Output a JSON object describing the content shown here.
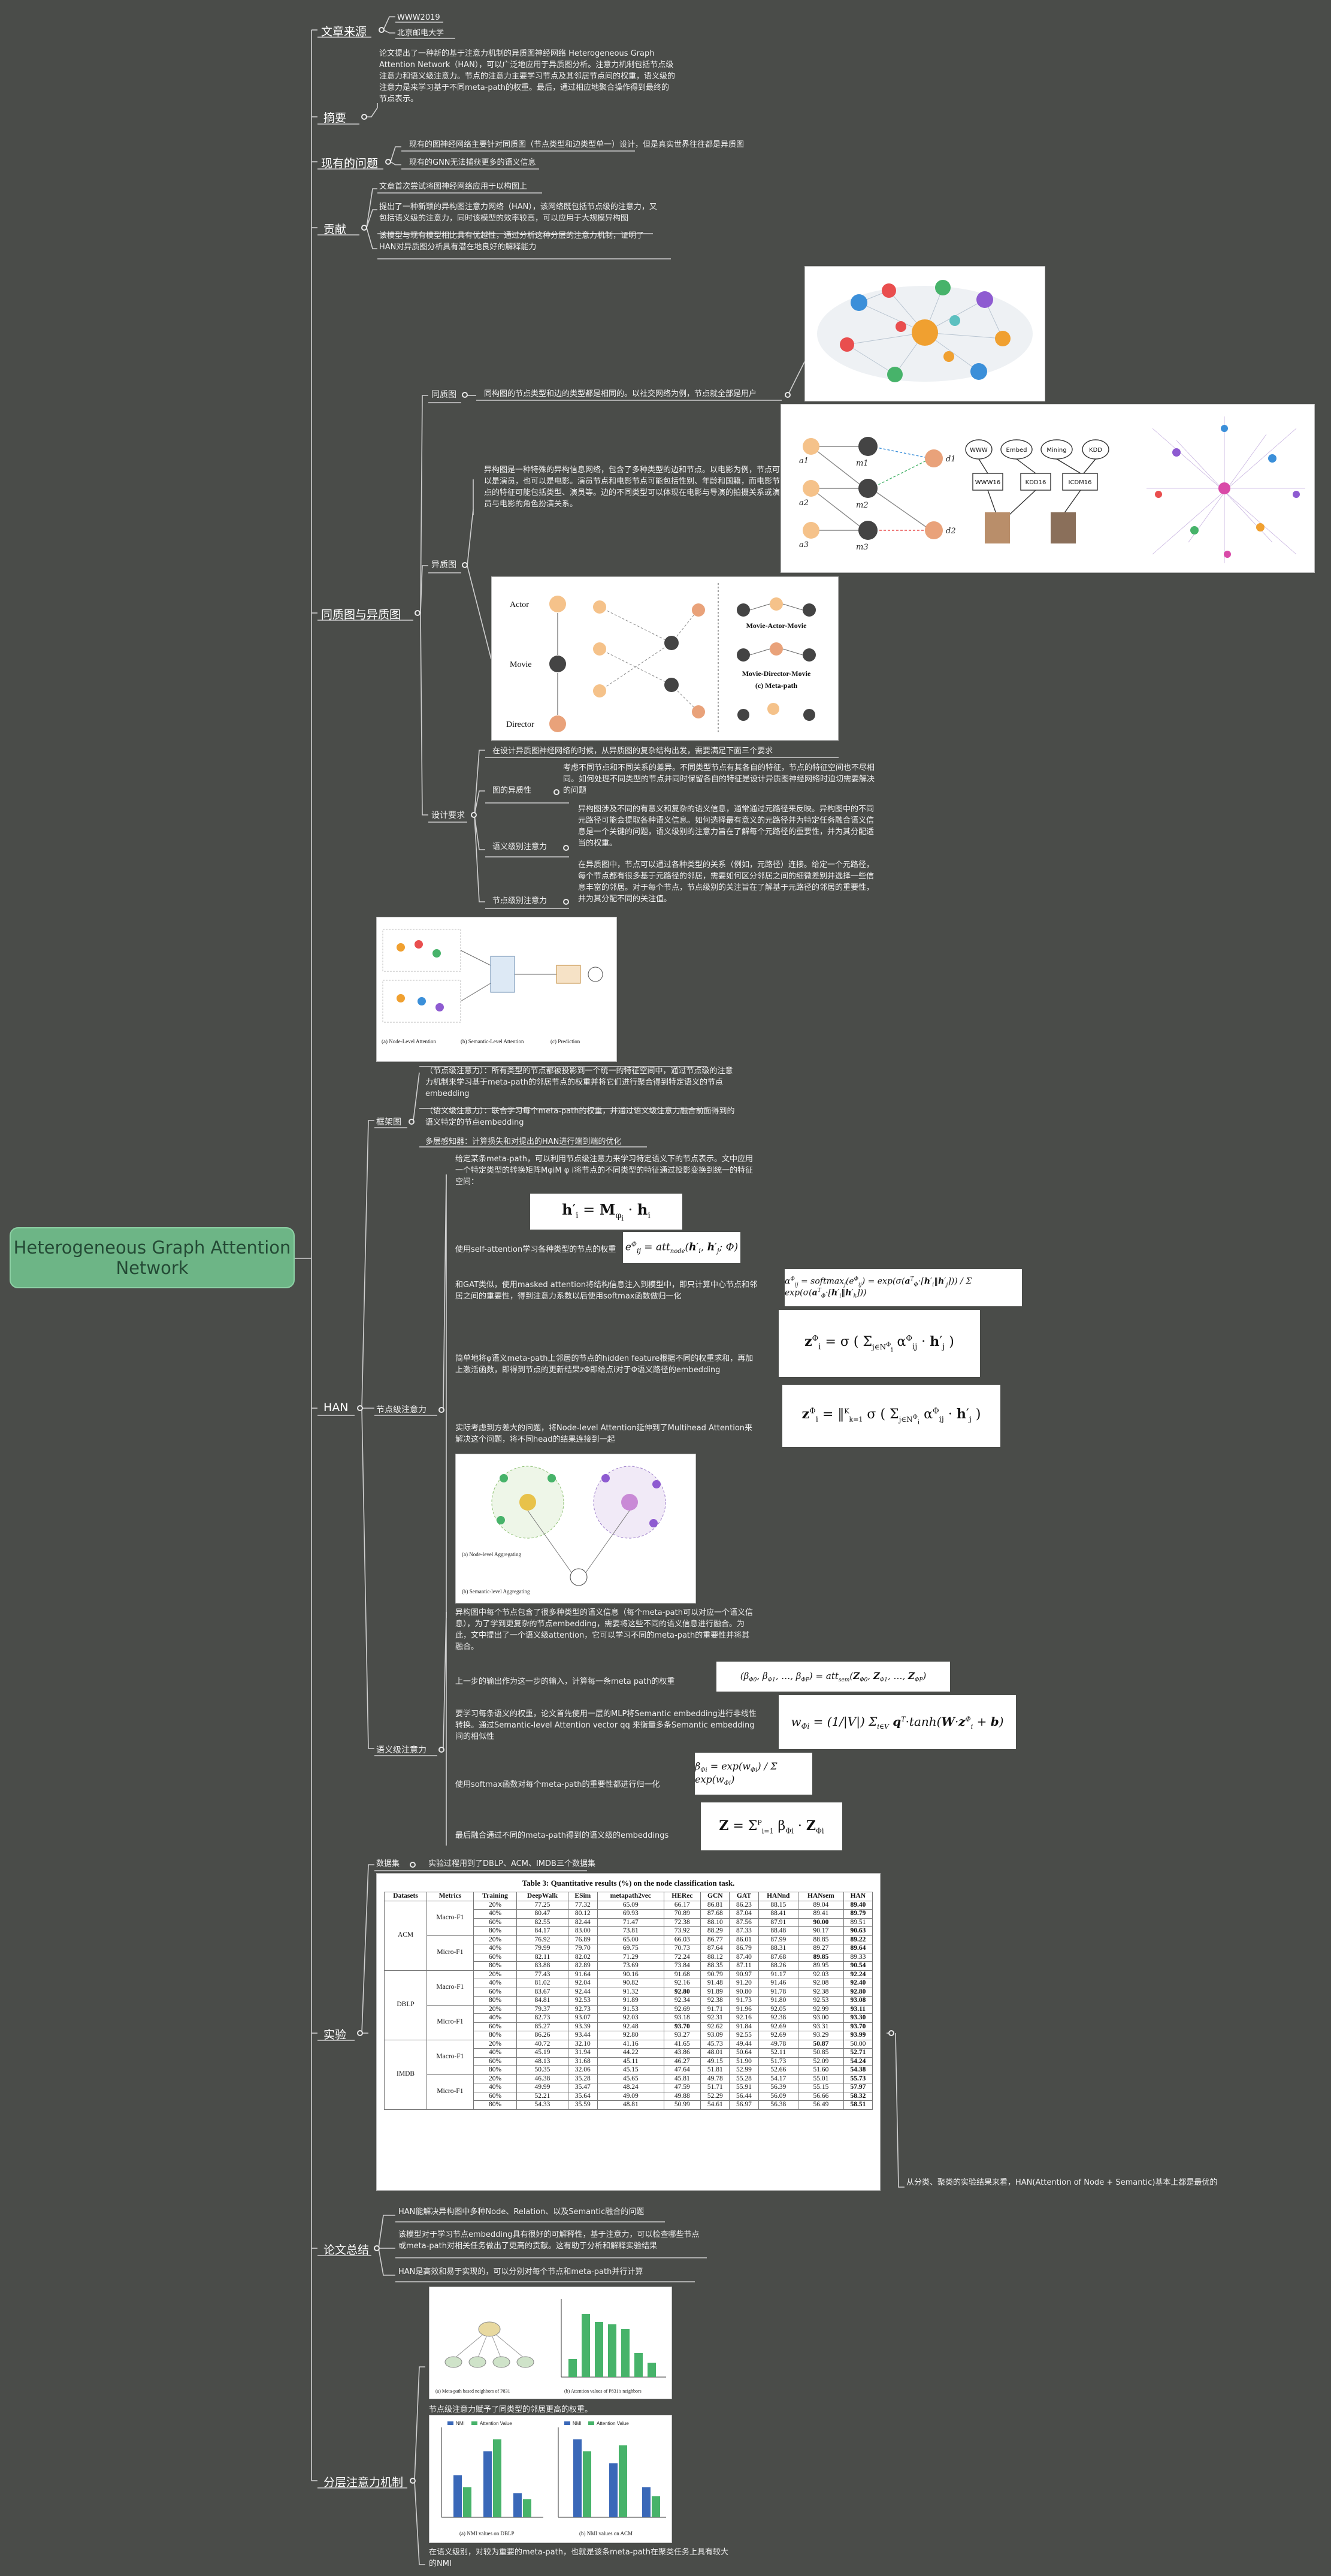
{
  "root": {
    "title": "Heterogeneous Graph Attention Network"
  },
  "source": {
    "label": "文章来源",
    "conference": "WWW2019",
    "institution": "北京邮电大学"
  },
  "abstract": {
    "label": "摘要",
    "text": "论文提出了一种新的基于注意力机制的异质图神经网络 Heterogeneous Graph Attention Network（HAN），可以广泛地应用于异质图分析。注意力机制包括节点级注意力和语义级注意力。节点的注意力主要学习节点及其邻居节点间的权重，语义级的注意力是来学习基于不同meta-path的权重。最后，通过相应地聚合操作得到最终的节点表示。"
  },
  "problems": {
    "label": "现有的问题",
    "items": [
      "现有的图神经网络主要针对同质图（节点类型和边类型单一）设计，但是真实世界往往都是异质图",
      "现有的GNN无法捕获更多的语义信息"
    ]
  },
  "contrib": {
    "label": "贡献",
    "items": [
      "文章首次尝试将图神经网络应用于以构图上",
      "提出了一种新颖的异构图注意力网络（HAN），该网络既包括节点级的注意力，又包括语义级的注意力，同时该模型的效率较高，可以应用于大规模异构图",
      "该模型与现有模型相比具有优越性，通过分析这种分层的注意力机制，证明了HAN对异质图分析具有潜在地良好的解释能力"
    ]
  },
  "graph": {
    "label": "同质图与异质图",
    "homo_label": "同质图",
    "homo_text": "同构图的节点类型和边的类型都是相同的。以社交网络为例，节点就全部是用户",
    "hetero_label": "异质图",
    "hetero_text": "异构图是一种特殊的异构信息网络，包含了多种类型的边和节点。以电影为例，节点可以是演员，也可以是电影。演员节点和电影节点可能包括性别、年龄和国籍，而电影节点的特征可能包括类型、演员等。边的不同类型可以体现在电影与导演的拍摄关系或演员与电影的角色扮演关系。",
    "design_label": "设计要求",
    "design_intro": "在设计异质图神经网络的时候，从异质图的复杂结构出发，需要满足下面三个要求",
    "req": [
      {
        "label": "图的异质性",
        "text": "考虑不同节点和不同关系的差异。不同类型节点有其各自的特征，节点的特征空间也不尽相同。如何处理不同类型的节点并同时保留各自的特征是设计异质图神经网络时迫切需要解决的问题"
      },
      {
        "label": "语义级别注意力",
        "text": "异构图涉及不同的有意义和复杂的语义信息，通常通过元路径来反映。异构图中的不同元路径可能会提取各种语义信息。如何选择最有意义的元路径并为特定任务融合语义信息是一个关键的问题，语义级别的注意力旨在了解每个元路径的重要性，并为其分配适当的权重。"
      },
      {
        "label": "节点级别注意力",
        "text": "在异质图中，节点可以通过各种类型的关系（例如，元路径）连接。给定一个元路径，每个节点都有很多基于元路径的邻居，需要如何区分邻居之间的细微差别并选择一些信息丰富的邻居。对于每个节点，节点级别的关注旨在了解基于元路径的邻居的重要性，并为其分配不同的关注值。"
      }
    ]
  },
  "han": {
    "label": "HAN",
    "framework_label": "框架图",
    "framework_items": [
      "（节点级注意力）：所有类型的节点都被投影到一个统一的特征空间中，通过节点级的注意力机制来学习基于meta-path的邻居节点的权重并将它们进行聚合得到特定语义的节点embedding",
      "（语义级注意力）：联合学习每个meta-path的权重，并通过语义级注意力融合前面得到的语义特定的节点embedding",
      "多层感知器：计算损失和对提出的HAN进行端到端的优化"
    ],
    "node_label": "节点级注意力",
    "node_items": [
      "给定某条meta-path，可以利用节点级注意力来学习特定语义下的节点表示。文中应用一个特定类型的转换矩阵MφiM φ i将节点的不同类型的特征通过投影变换到统一的特征空间：",
      "使用self-attention学习各种类型的节点的权重",
      "和GAT类似，使用masked attention将结构信息注入到模型中，即只计算中心节点和邻居之间的重要性，得到注意力系数以后使用softmax函数做归一化",
      "简单地将φ语义meta-path上邻居的节点的hidden feature根据不同的权重求和，再加上激活函数，即得到节点的更新结果zΦ即给点i对于Φ语义路径的embedding",
      "实际考虑到方差大的问题，将Node-level Attention延伸到了Multihead Attention来解决这个问题，将不同head的结果连接到一起"
    ],
    "semantic_label": "语义级注意力",
    "semantic_items": [
      "异构图中每个节点包含了很多种类型的语义信息（每个meta-path可以对应一个语义信息），为了学到更复杂的节点embedding，需要将这些不同的语义信息进行融合。为此，文中提出了一个语义级attention，它可以学习不同的meta-path的重要性并将其融合。",
      "上一步的输出作为这一步的输入，计算每一条meta path的权重",
      "要学习每条语义的权重，论文首先使用一层的MLP将Semantic embedding进行非线性转换。通过Semantic-level Attention vector qq 来衡量多条Semantic embedding 间的相似性",
      "使用softmax函数对每个meta-path的重要性都进行归一化",
      "最后融合通过不同的meta-path得到的语义级的embeddings"
    ]
  },
  "experiment": {
    "label": "实验",
    "dataset_label": "数据集",
    "dataset_text": "实验过程用到了DBLP、ACM、IMDB三个数据集",
    "conclusion": "从分类、聚类的实验结果来看，HAN(Attention of Node + Semantic)基本上都是最优的",
    "table": {
      "title": "Table 3: Quantitative results (%) on the node classification task.",
      "headers": [
        "Datasets",
        "Metrics",
        "Training",
        "DeepWalk",
        "ESim",
        "metapath2vec",
        "HERec",
        "GCN",
        "GAT",
        "HANnd",
        "HANsem",
        "HAN"
      ],
      "groups": [
        {
          "dataset": "ACM",
          "metrics": [
            {
              "metric": "Macro-F1",
              "rows": [
                [
                  "20%",
                  "77.25",
                  "77.32",
                  "65.09",
                  "66.17",
                  "86.81",
                  "86.23",
                  "88.15",
                  "89.04",
                  "89.40"
                ],
                [
                  "40%",
                  "80.47",
                  "80.12",
                  "69.93",
                  "70.89",
                  "87.68",
                  "87.04",
                  "88.41",
                  "89.41",
                  "89.79"
                ],
                [
                  "60%",
                  "82.55",
                  "82.44",
                  "71.47",
                  "72.38",
                  "88.10",
                  "87.56",
                  "87.91",
                  "90.00",
                  "89.51"
                ],
                [
                  "80%",
                  "84.17",
                  "83.00",
                  "73.81",
                  "73.92",
                  "88.29",
                  "87.33",
                  "88.48",
                  "90.17",
                  "90.63"
                ]
              ]
            },
            {
              "metric": "Micro-F1",
              "rows": [
                [
                  "20%",
                  "76.92",
                  "76.89",
                  "65.00",
                  "66.03",
                  "86.77",
                  "86.01",
                  "87.99",
                  "88.85",
                  "89.22"
                ],
                [
                  "40%",
                  "79.99",
                  "79.70",
                  "69.75",
                  "70.73",
                  "87.64",
                  "86.79",
                  "88.31",
                  "89.27",
                  "89.64"
                ],
                [
                  "60%",
                  "82.11",
                  "82.02",
                  "71.29",
                  "72.24",
                  "88.12",
                  "87.40",
                  "87.68",
                  "89.85",
                  "89.33"
                ],
                [
                  "80%",
                  "83.88",
                  "82.89",
                  "73.69",
                  "73.84",
                  "88.35",
                  "87.11",
                  "88.26",
                  "89.95",
                  "90.54"
                ]
              ]
            }
          ]
        },
        {
          "dataset": "DBLP",
          "metrics": [
            {
              "metric": "Macro-F1",
              "rows": [
                [
                  "20%",
                  "77.43",
                  "91.64",
                  "90.16",
                  "91.68",
                  "90.79",
                  "90.97",
                  "91.17",
                  "92.03",
                  "92.24"
                ],
                [
                  "40%",
                  "81.02",
                  "92.04",
                  "90.82",
                  "92.16",
                  "91.48",
                  "91.20",
                  "91.46",
                  "92.08",
                  "92.40"
                ],
                [
                  "60%",
                  "83.67",
                  "92.44",
                  "91.32",
                  "92.80",
                  "91.89",
                  "90.80",
                  "91.78",
                  "92.38",
                  "92.80"
                ],
                [
                  "80%",
                  "84.81",
                  "92.53",
                  "91.89",
                  "92.34",
                  "92.38",
                  "91.73",
                  "91.80",
                  "92.53",
                  "93.08"
                ]
              ]
            },
            {
              "metric": "Micro-F1",
              "rows": [
                [
                  "20%",
                  "79.37",
                  "92.73",
                  "91.53",
                  "92.69",
                  "91.71",
                  "91.96",
                  "92.05",
                  "92.99",
                  "93.11"
                ],
                [
                  "40%",
                  "82.73",
                  "93.07",
                  "92.03",
                  "93.18",
                  "92.31",
                  "92.16",
                  "92.38",
                  "93.00",
                  "93.30"
                ],
                [
                  "60%",
                  "85.27",
                  "93.39",
                  "92.48",
                  "93.70",
                  "92.62",
                  "91.84",
                  "92.69",
                  "93.31",
                  "93.70"
                ],
                [
                  "80%",
                  "86.26",
                  "93.44",
                  "92.80",
                  "93.27",
                  "93.09",
                  "92.55",
                  "92.69",
                  "93.29",
                  "93.99"
                ]
              ]
            }
          ]
        },
        {
          "dataset": "IMDB",
          "metrics": [
            {
              "metric": "Macro-F1",
              "rows": [
                [
                  "20%",
                  "40.72",
                  "32.10",
                  "41.16",
                  "41.65",
                  "45.73",
                  "49.44",
                  "49.78",
                  "50.87",
                  "50.00"
                ],
                [
                  "40%",
                  "45.19",
                  "31.94",
                  "44.22",
                  "43.86",
                  "48.01",
                  "50.64",
                  "52.11",
                  "50.85",
                  "52.71"
                ],
                [
                  "60%",
                  "48.13",
                  "31.68",
                  "45.11",
                  "46.27",
                  "49.15",
                  "51.90",
                  "51.73",
                  "52.09",
                  "54.24"
                ],
                [
                  "80%",
                  "50.35",
                  "32.06",
                  "45.15",
                  "47.64",
                  "51.81",
                  "52.99",
                  "52.66",
                  "51.60",
                  "54.38"
                ]
              ]
            },
            {
              "metric": "Micro-F1",
              "rows": [
                [
                  "20%",
                  "46.38",
                  "35.28",
                  "45.65",
                  "45.81",
                  "49.78",
                  "55.28",
                  "54.17",
                  "55.01",
                  "55.73"
                ],
                [
                  "40%",
                  "49.99",
                  "35.47",
                  "48.24",
                  "47.59",
                  "51.71",
                  "55.91",
                  "56.39",
                  "55.15",
                  "57.97"
                ],
                [
                  "60%",
                  "52.21",
                  "35.64",
                  "49.09",
                  "49.88",
                  "52.29",
                  "56.44",
                  "56.09",
                  "56.66",
                  "58.32"
                ],
                [
                  "80%",
                  "54.33",
                  "35.59",
                  "48.81",
                  "50.99",
                  "54.61",
                  "56.97",
                  "56.38",
                  "56.49",
                  "58.51"
                ]
              ]
            }
          ]
        }
      ]
    }
  },
  "summary": {
    "label": "论文总结",
    "items": [
      "HAN能解决异构图中多种Node、Relation、以及Semantic融合的问题",
      "该模型对于学习节点embedding具有很好的可解释性，基于注意力，可以检查哪些节点或meta-path对相关任务做出了更高的贡献。这有助于分析和解释实验结果",
      "HAN是高效和易于实现的，可以分别对每个节点和meta-path并行计算"
    ]
  },
  "hierarchy": {
    "label": "分层注意力机制",
    "items": [
      "节点级注意力赋予了同类型的邻居更高的权重。",
      "在语义级别，对较为重要的meta-path，也就是该条meta-path在聚类任务上具有较大的NMI"
    ]
  },
  "figures": {
    "metapath_title": "(c) Meta-path",
    "metapath_labels": [
      "Actor",
      "Movie",
      "Director",
      "Movie-Actor-Movie",
      "Movie-Director-Movie"
    ],
    "fw_captions": [
      "(a) Node-Level Attention",
      "(b) Semantic-Level Attention",
      "(c) Prediction"
    ],
    "agg_captions": [
      "(a) Node-level Aggregating",
      "(b) Semantic-level Aggregating"
    ],
    "hier_captions": [
      "(a) Meta-path based neighbors of P831",
      "(b) Attention values of P831's neighbors"
    ],
    "nmi_captions": [
      "(a) NMI values on DBLP",
      "(b) NMI values on ACM"
    ],
    "nmi_legend": [
      "NMI",
      "Attention Value"
    ],
    "net_nodes": [
      "WWW",
      "Embed",
      "Mining",
      "KDD",
      "WWW16",
      "KDD16",
      "ICDM16"
    ]
  }
}
